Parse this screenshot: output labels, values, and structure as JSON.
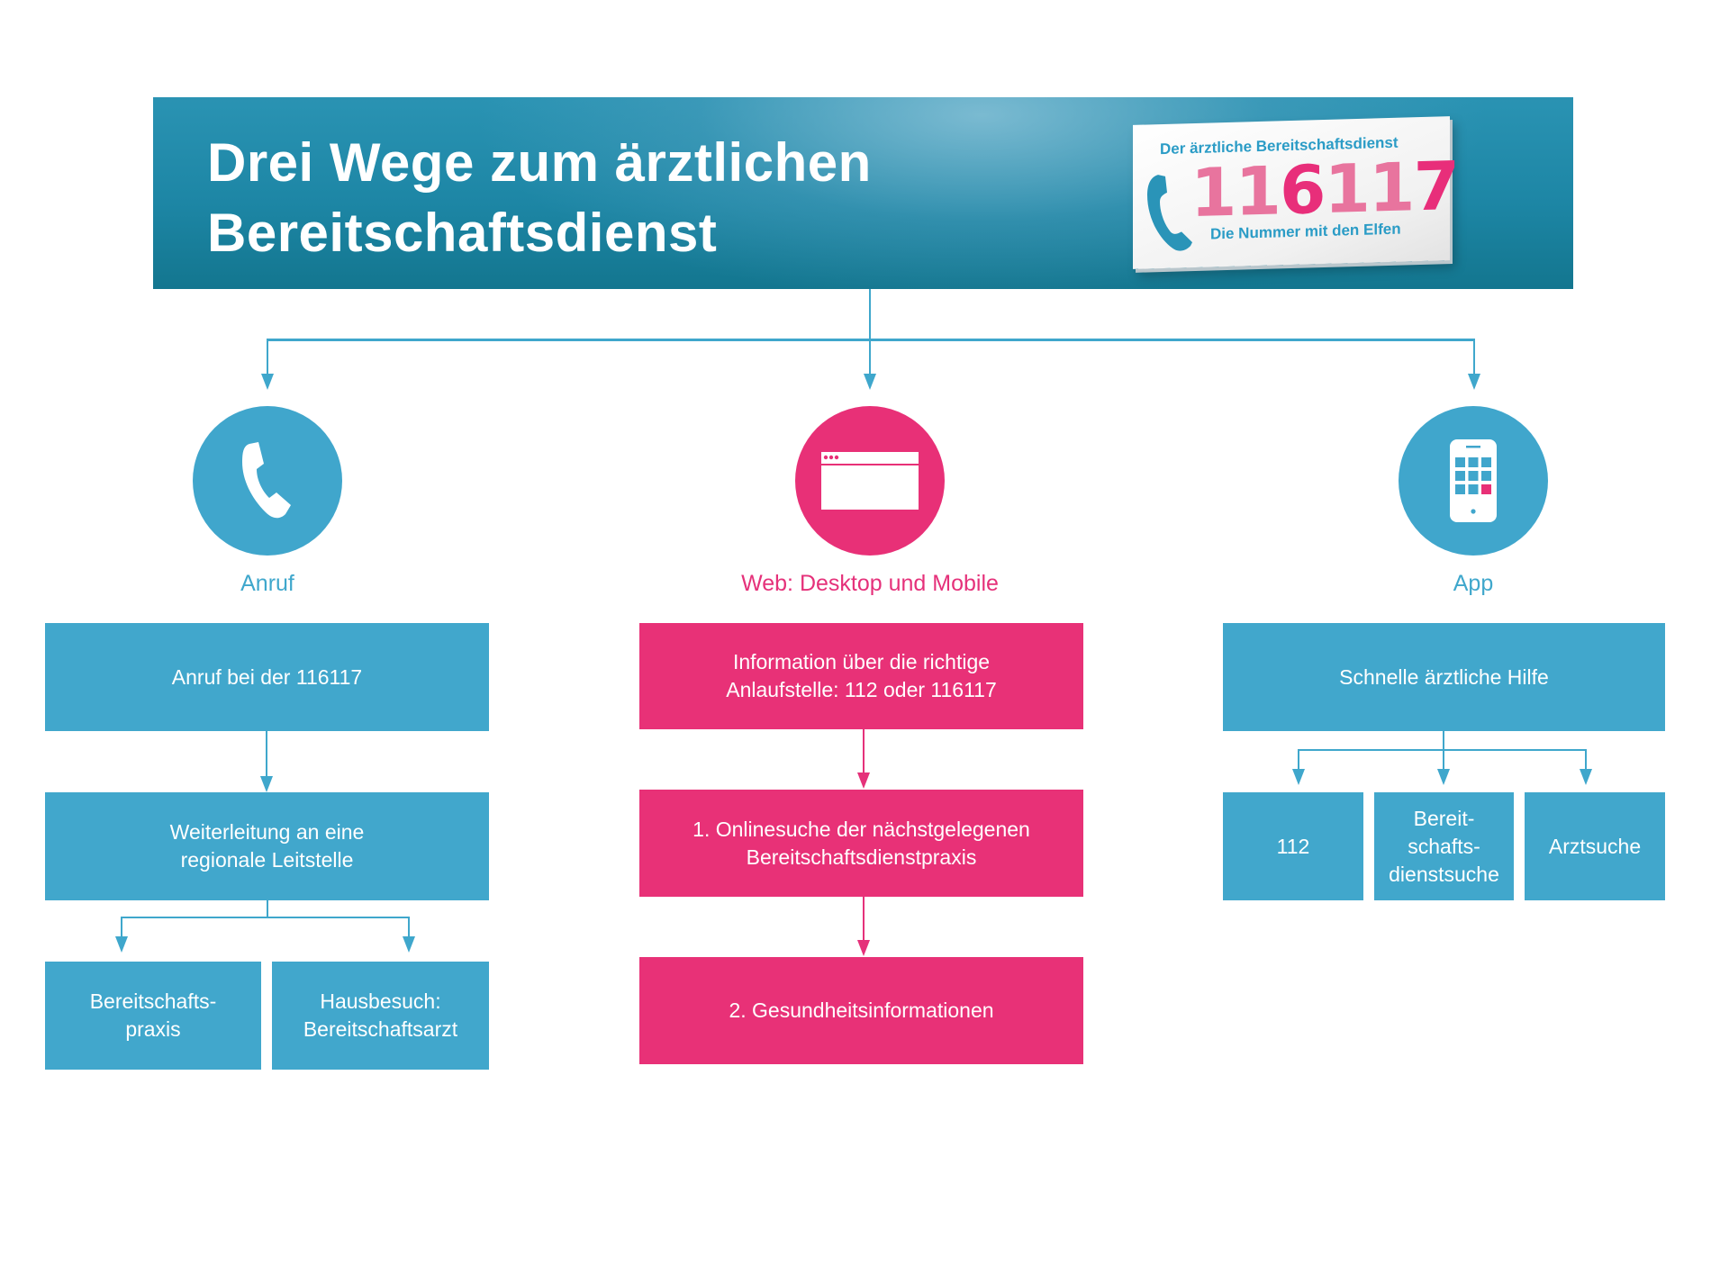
{
  "header": {
    "title_line1": "Drei Wege zum ärztlichen",
    "title_line2": "Bereitschaftsdienst",
    "colors": {
      "banner_dark": "#13768f",
      "banner_light": "#6aadc6"
    }
  },
  "badge": {
    "top_text": "Der ärztliche Bereitschaftsdienst",
    "number_digits": [
      "11",
      "6",
      "11",
      "7"
    ],
    "bottom_text": "Die Nummer mit den Elfen",
    "icon": "phone-icon",
    "colors": {
      "text_blue": "#2b9cc6",
      "digit_light_pink": "#e8749e",
      "digit_pink": "#e82e7a"
    }
  },
  "colors": {
    "blue": "#41a7cc",
    "pink": "#e83177",
    "background": "#ffffff"
  },
  "columns": [
    {
      "id": "anruf",
      "label": "Anruf",
      "icon": "phone-icon",
      "color": "#41a7cc",
      "steps": [
        "Anruf bei der 116117",
        "Weiterleitung an eine regionale Leitstelle"
      ],
      "step_lines": [
        [
          "Anruf bei der 116117"
        ],
        [
          "Weiterleitung an eine",
          "regionale Leitstelle"
        ]
      ],
      "branches": [
        {
          "lines": [
            "Bereitschafts-",
            "praxis"
          ]
        },
        {
          "lines": [
            "Hausbesuch:",
            "Bereitschaftsarzt"
          ]
        }
      ]
    },
    {
      "id": "web",
      "label": "Web: Desktop und Mobile",
      "icon": "browser-window-icon",
      "color": "#e83177",
      "steps": [
        "Information über die richtige Anlaufstelle: 112 oder 116117",
        "1. Onlinesuche der nächstgelegenen Bereitschaftsdienstpraxis",
        "2. Gesundheitsinformationen"
      ],
      "step_lines": [
        [
          "Information über die richtige",
          "Anlaufstelle: 112 oder 116117"
        ],
        [
          "1. Onlinesuche der nächstgelegenen",
          "Bereitschaftsdienstpraxis"
        ],
        [
          "2. Gesundheitsinformationen"
        ]
      ]
    },
    {
      "id": "app",
      "label": "App",
      "icon": "smartphone-app-icon",
      "color": "#41a7cc",
      "steps": [
        "Schnelle ärztliche Hilfe"
      ],
      "step_lines": [
        [
          "Schnelle ärztliche Hilfe"
        ]
      ],
      "branches": [
        {
          "lines": [
            "112"
          ]
        },
        {
          "lines": [
            "Bereit-",
            "schafts-",
            "dienstsuche"
          ]
        },
        {
          "lines": [
            "Arztsuche"
          ]
        }
      ]
    }
  ]
}
